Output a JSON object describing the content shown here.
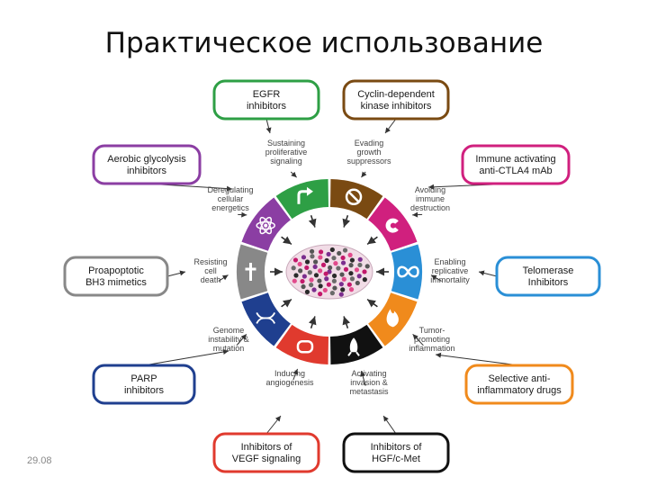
{
  "title": "Практическое использование",
  "date": "29.08",
  "colors": {
    "green": "#2e9f45",
    "brown": "#7a4a12",
    "purple": "#8b3ea3",
    "magenta": "#d0207e",
    "blue_light": "#2a8fd6",
    "blue_dark": "#1f3f8f",
    "red": "#e03a2e",
    "orange": "#f08a1c",
    "black": "#111111",
    "gray": "#888888"
  },
  "drugs": [
    {
      "id": "egfr",
      "lines": [
        "EGFR",
        "inhibitors"
      ],
      "color": "#2e9f45"
    },
    {
      "id": "cdk",
      "lines": [
        "Cyclin-dependent",
        "kinase inhibitors"
      ],
      "color": "#7a4a12"
    },
    {
      "id": "glycolysis",
      "lines": [
        "Aerobic glycolysis",
        "inhibitors"
      ],
      "color": "#8b3ea3"
    },
    {
      "id": "ctla4",
      "lines": [
        "Immune activating",
        "anti-CTLA4 mAb"
      ],
      "color": "#d0207e"
    },
    {
      "id": "bh3",
      "lines": [
        "Proapoptotic",
        "BH3 mimetics"
      ],
      "color": "#888888"
    },
    {
      "id": "telomerase",
      "lines": [
        "Telomerase",
        "Inhibitors"
      ],
      "color": "#2a8fd6"
    },
    {
      "id": "parp",
      "lines": [
        "PARP",
        "inhibitors"
      ],
      "color": "#1f3f8f"
    },
    {
      "id": "antiinflam",
      "lines": [
        "Selective anti-",
        "inflammatory drugs"
      ],
      "color": "#f08a1c"
    },
    {
      "id": "vegf",
      "lines": [
        "Inhibitors of",
        "VEGF signaling"
      ],
      "color": "#e03a2e"
    },
    {
      "id": "hgf",
      "lines": [
        "Inhibitors of",
        "HGF/c-Met"
      ],
      "color": "#111111"
    }
  ],
  "hallmarks": [
    {
      "id": "sustaining",
      "lines": [
        "Sustaining",
        "proliferative",
        "signaling"
      ],
      "color": "#2e9f45",
      "icon": "arrow-icon"
    },
    {
      "id": "evading",
      "lines": [
        "Evading",
        "growth",
        "suppressors"
      ],
      "color": "#7a4a12",
      "icon": "no-sign-icon"
    },
    {
      "id": "immune",
      "lines": [
        "Avoiding",
        "immune",
        "destruction"
      ],
      "color": "#d0207e",
      "icon": "pacman-icon"
    },
    {
      "id": "replicative",
      "lines": [
        "Enabling",
        "replicative",
        "immortality"
      ],
      "color": "#2a8fd6",
      "icon": "infinity-icon"
    },
    {
      "id": "inflammation",
      "lines": [
        "Tumor-",
        "promoting",
        "inflammation"
      ],
      "color": "#f08a1c",
      "icon": "flame-icon"
    },
    {
      "id": "invasion",
      "lines": [
        "Activating",
        "invasion &",
        "metastasis"
      ],
      "color": "#111111",
      "icon": "rocket-icon"
    },
    {
      "id": "angiogenesis",
      "lines": [
        "Inducing",
        "angiogenesis"
      ],
      "color": "#e03a2e",
      "icon": "vessel-icon"
    },
    {
      "id": "genome",
      "lines": [
        "Genome",
        "instability &",
        "mutation"
      ],
      "color": "#1f3f8f",
      "icon": "dna-icon"
    },
    {
      "id": "death",
      "lines": [
        "Resisting",
        "cell",
        "death"
      ],
      "color": "#888888",
      "icon": "dagger-icon"
    },
    {
      "id": "energetics",
      "lines": [
        "Deregulating",
        "cellular",
        "energetics"
      ],
      "color": "#8b3ea3",
      "icon": "atom-icon"
    }
  ]
}
